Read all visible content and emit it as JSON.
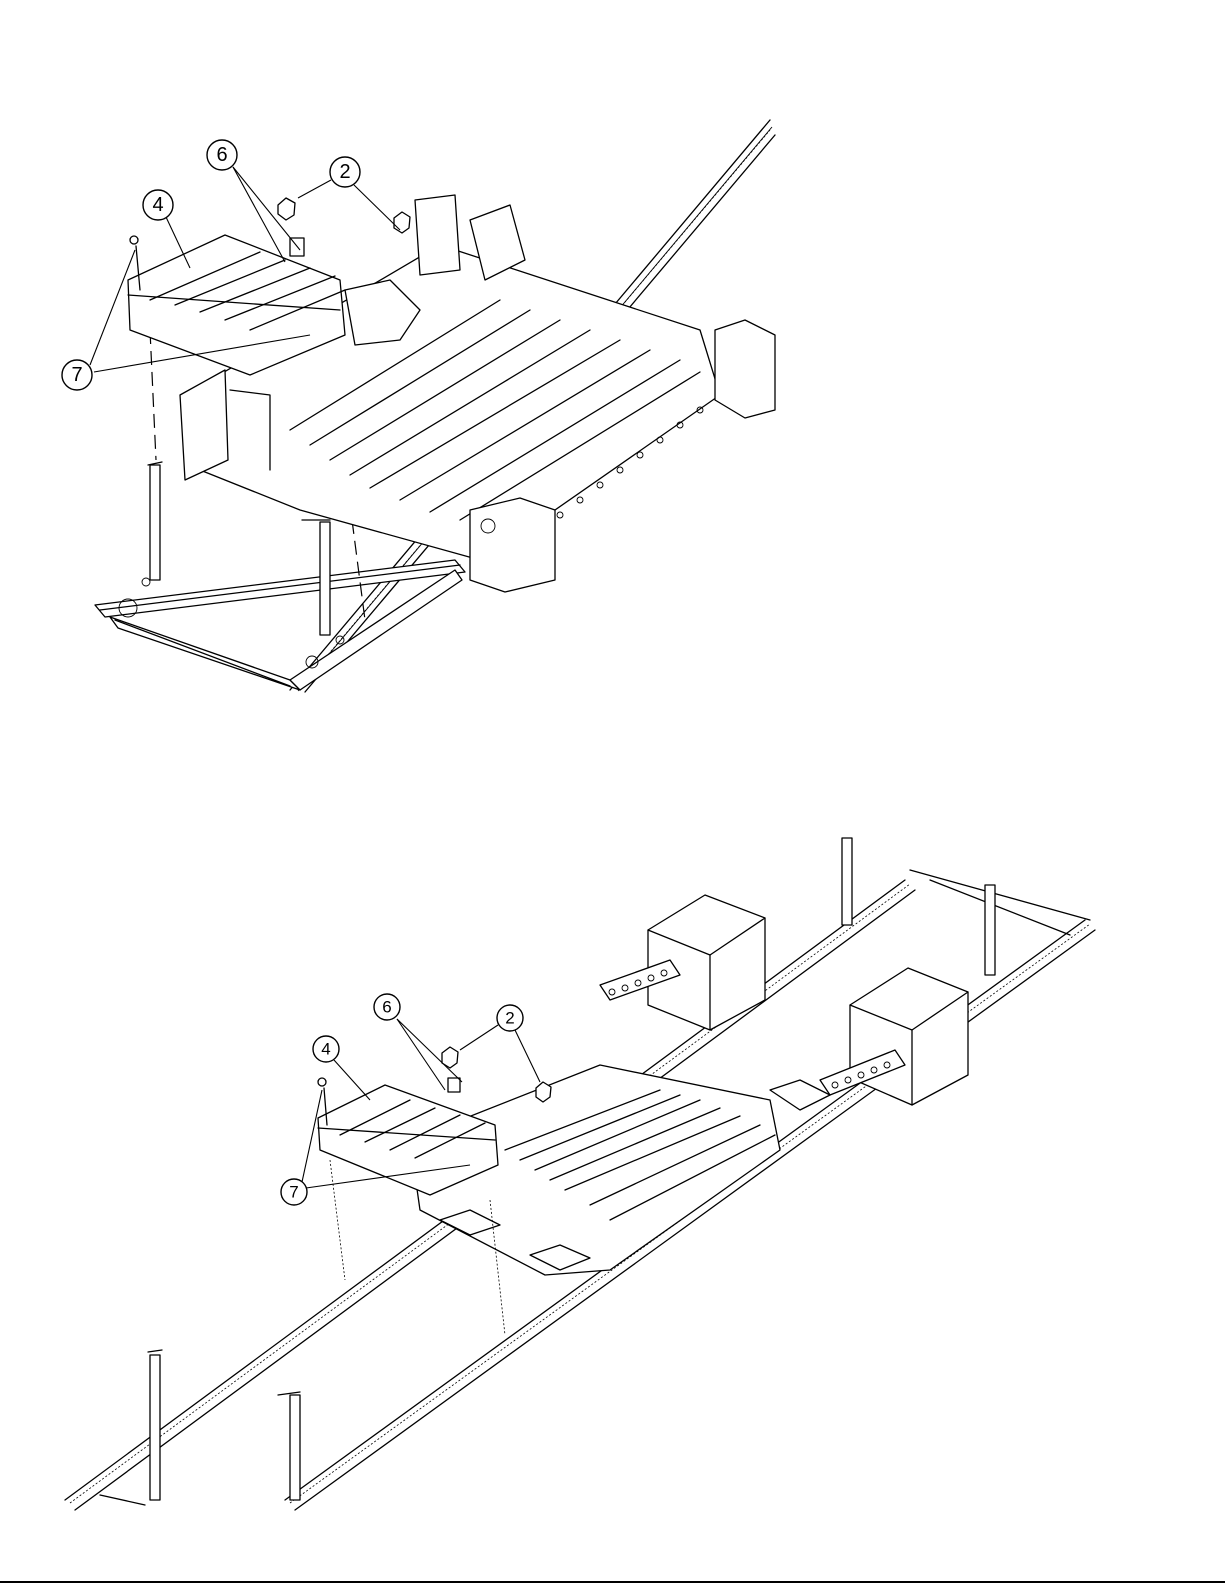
{
  "callouts": {
    "top": {
      "item_6": "6",
      "item_2": "2",
      "item_4": "4",
      "item_7": "7"
    },
    "bottom": {
      "item_6": "6",
      "item_2": "2",
      "item_4": "4",
      "item_7": "7"
    }
  }
}
